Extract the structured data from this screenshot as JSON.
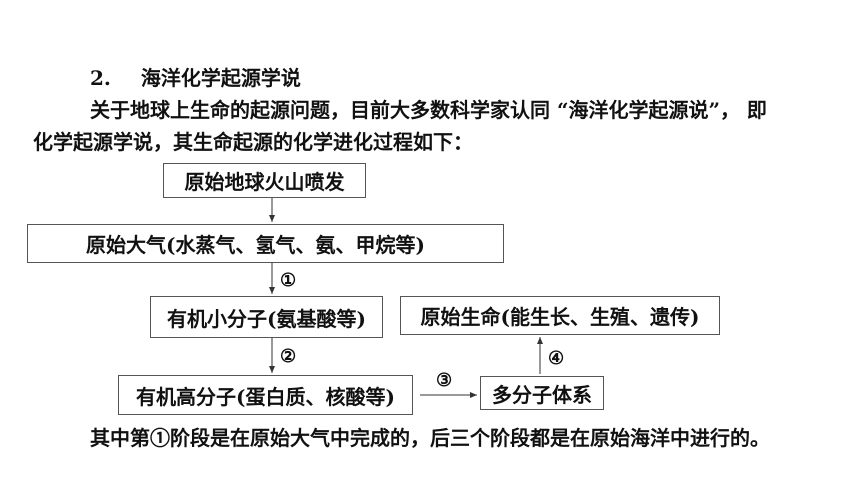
{
  "section": {
    "number": "2.",
    "title": "海洋化学起源学说"
  },
  "intro": {
    "line1": "关于地球上生命的起源问题，目前大多数科学家认同 “海洋化学起源说”， 即",
    "line2": "化学起源学说，其生命起源的化学进化过程如下："
  },
  "flow": {
    "box_volcano": "原始地球火山喷发",
    "box_atmosphere": "原始大气(水蒸气、氢气、氨、甲烷等)",
    "box_small_molecules": "有机小分子(氨基酸等)",
    "box_macromolecules": "有机高分子(蛋白质、核酸等)",
    "box_multimolecular": "多分子体系",
    "box_life": "原始生命(能生长、生殖、遗传)",
    "step1": "①",
    "step2": "②",
    "step3": "③",
    "step4": "④"
  },
  "conclusion": "其中第①阶段是在原始大气中完成的，后三个阶段都是在原始海洋中进行的。"
}
